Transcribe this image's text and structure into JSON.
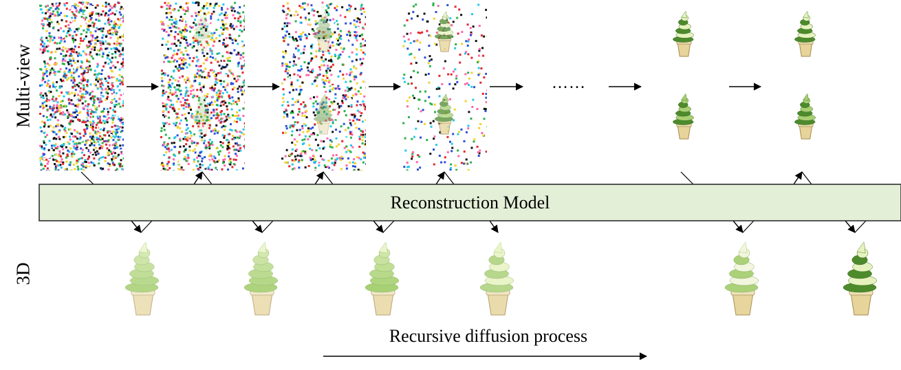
{
  "labels": {
    "multiview": "Multi-view",
    "three_d": "3D",
    "reconstruction_model": "Reconstruction Model",
    "process": "Recursive diffusion process",
    "ellipsis": "……"
  },
  "colors": {
    "model_fill": "#e4efd8",
    "model_stroke": "#222222",
    "cream_light": "#e6f2be",
    "cream_mid": "#a8cf73",
    "cream_dark": "#4d8a2c",
    "cone_light": "#e6d49a",
    "cone_dark": "#a58a4c",
    "noise": [
      "#e2262e",
      "#2a4fd6",
      "#f2d22e",
      "#2bb24c",
      "#ff66aa",
      "#28c8e8",
      "#ffffff",
      "#111111"
    ]
  },
  "multiview_steps": [
    {
      "noise": 1.0,
      "clarity": 0.0
    },
    {
      "noise": 0.75,
      "clarity": 0.2
    },
    {
      "noise": 0.55,
      "clarity": 0.45
    },
    {
      "noise": 0.2,
      "clarity": 0.75
    },
    {
      "noise": 0.0,
      "clarity": 1.0
    },
    {
      "noise": 0.0,
      "clarity": 1.0
    }
  ],
  "three_d_steps": [
    {
      "tone": "yellow-green",
      "clarity": 0.3
    },
    {
      "tone": "yellow-green",
      "clarity": 0.4
    },
    {
      "tone": "yellow-green",
      "clarity": 0.5
    },
    {
      "tone": "pale-translucent",
      "clarity": 0.6
    },
    {
      "tone": "pale-swirl",
      "clarity": 0.9
    },
    {
      "tone": "green-swirl",
      "clarity": 1.0
    }
  ]
}
